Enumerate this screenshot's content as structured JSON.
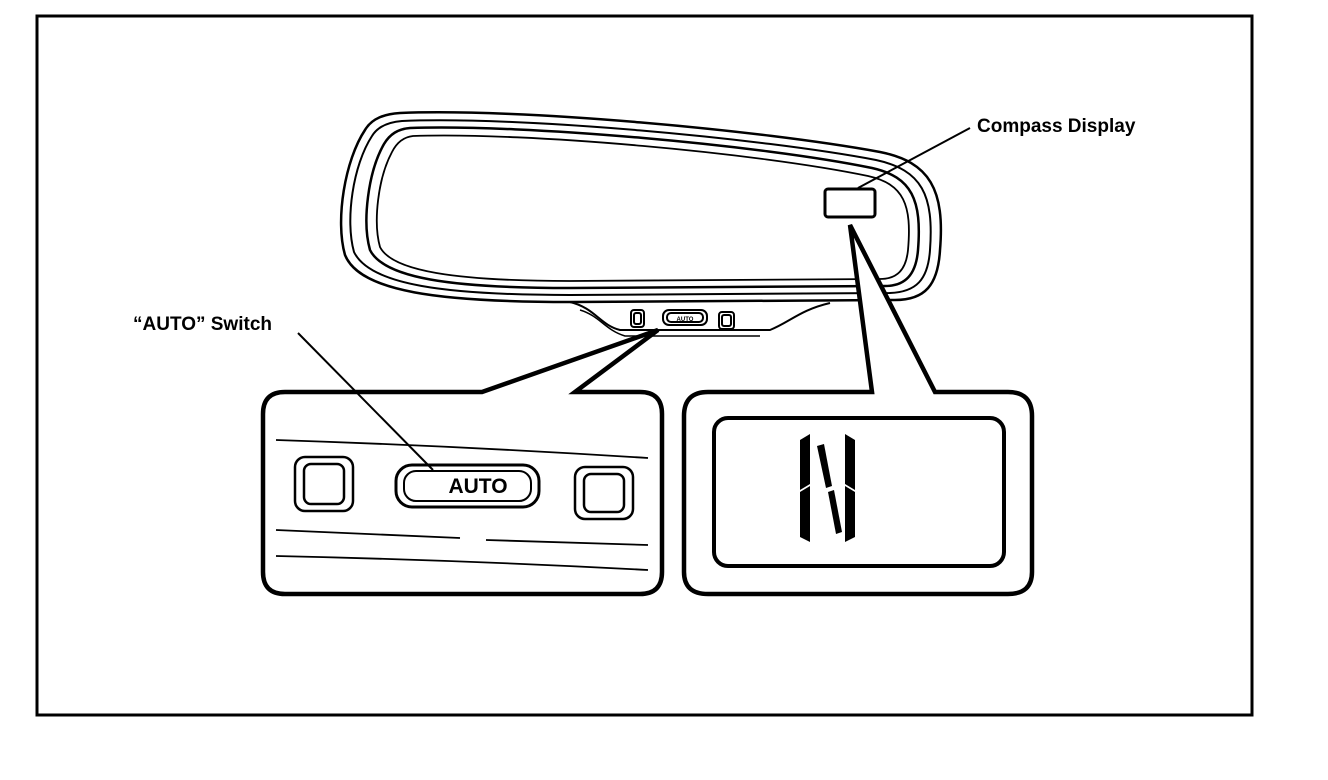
{
  "labels": {
    "compass_display": "Compass Display",
    "auto_switch": "“AUTO” Switch"
  },
  "auto_button_text": "AUTO",
  "compass_heading": "N"
}
